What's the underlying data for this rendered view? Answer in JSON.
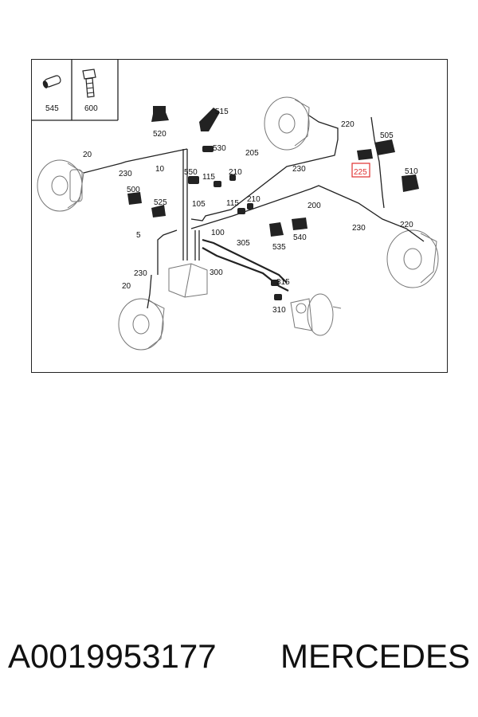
{
  "diagram": {
    "labels": {
      "l545": "545",
      "l600": "600",
      "l520": "520",
      "l515": "515",
      "l530": "530",
      "l220a": "220",
      "l505": "505",
      "l20a": "20",
      "l230a": "230",
      "l10": "10",
      "l550": "550",
      "l115a": "115",
      "l205": "205",
      "l210a": "210",
      "l230b": "230",
      "l225": "225",
      "l510": "510",
      "l500": "500",
      "l525": "525",
      "l105": "105",
      "l115b": "115",
      "l210b": "210",
      "l200": "200",
      "l230c": "230",
      "l220b": "220",
      "l5": "5",
      "l100": "100",
      "l540": "540",
      "l535": "535",
      "l305": "305",
      "l230d": "230",
      "l300": "300",
      "l20b": "20",
      "l315": "315",
      "l310": "310"
    },
    "highlight_color": "#e03030"
  },
  "caption": {
    "part_number": "A0019953177",
    "brand": "MERCEDES"
  }
}
